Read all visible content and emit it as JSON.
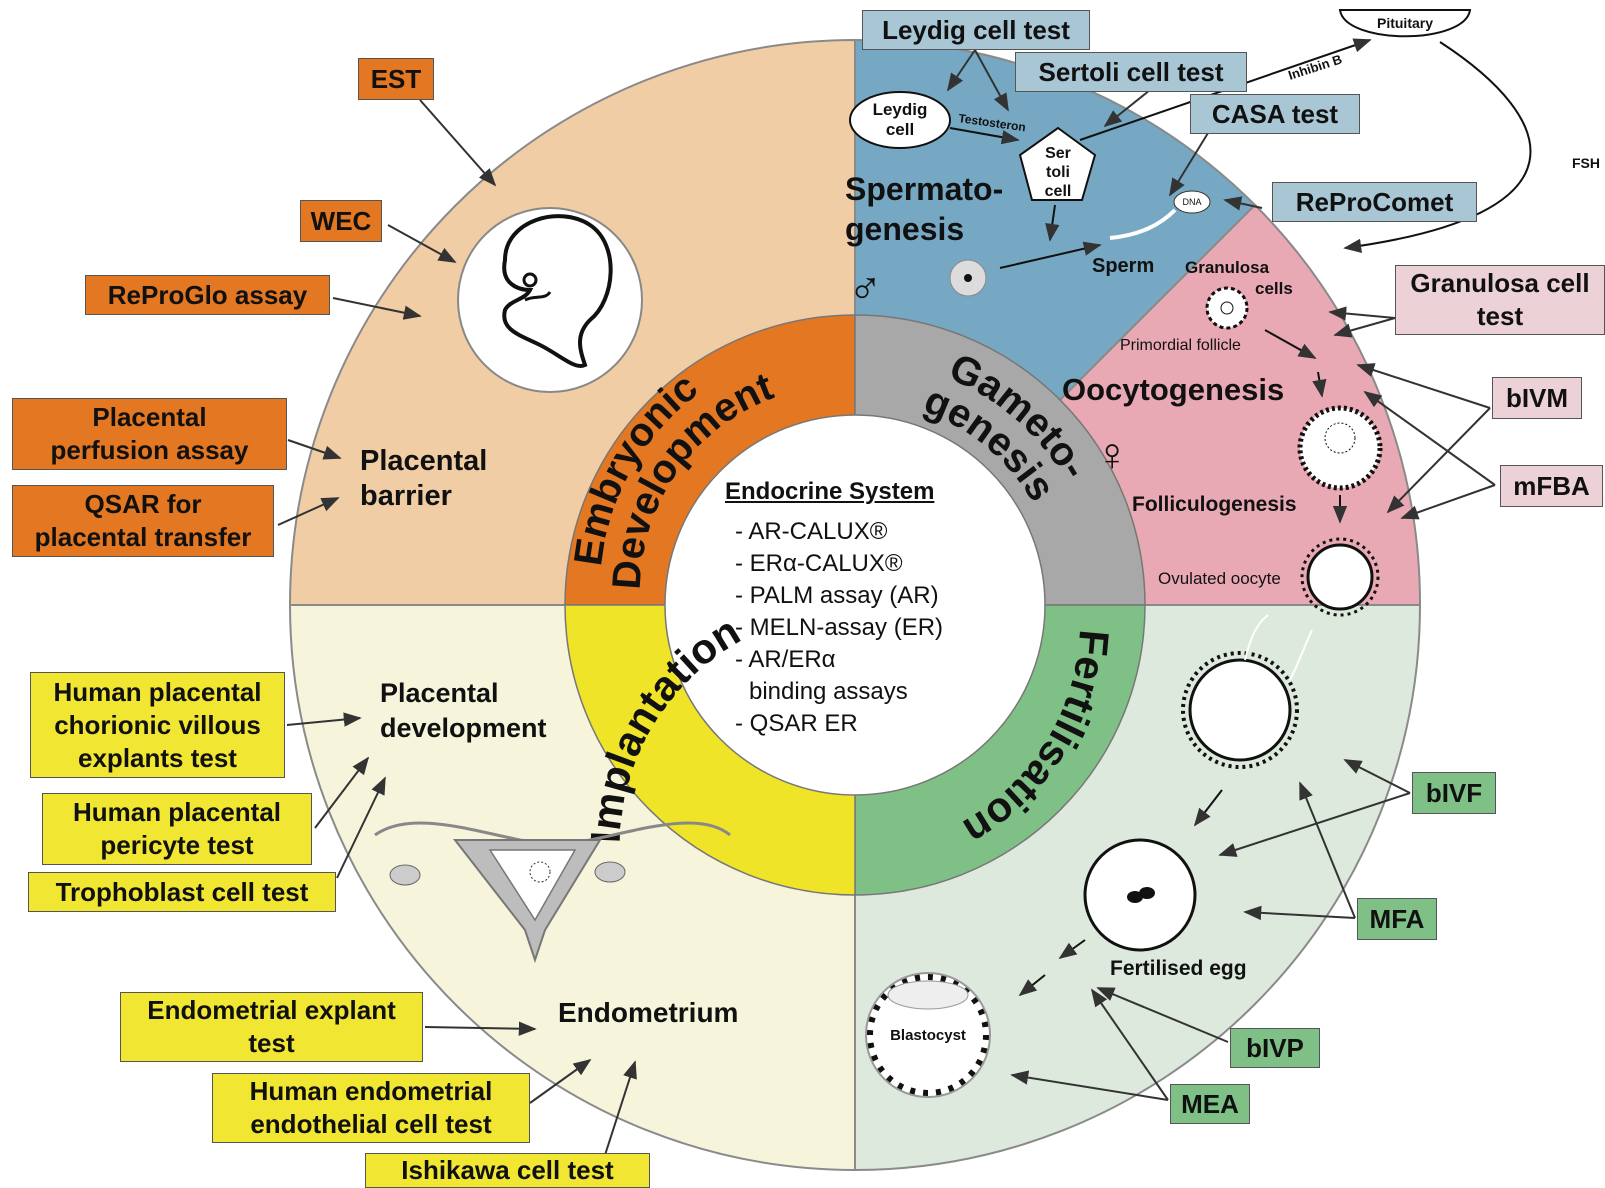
{
  "center": {
    "title": "Endocrine System",
    "items": [
      "- AR-CALUX®",
      "- ERα-CALUX®",
      "- PALM assay (AR)",
      "- MELN-assay (ER)",
      "- AR/ERα",
      "binding assays",
      "- QSAR ER"
    ]
  },
  "ring": {
    "embryonic": "Embryonic Development",
    "embryonic_1": "Embryonic",
    "embryonic_2": "Development",
    "gameto_1": "Gameto-",
    "gameto_2": "genesis",
    "fertilisation": "Fertilisation",
    "implantation": "Implantation"
  },
  "quadrant_labels": {
    "placental_barrier_1": "Placental",
    "placental_barrier_2": "barrier",
    "placental_dev_1": "Placental",
    "placental_dev_2": "development",
    "endometrium": "Endometrium",
    "spermato_1": "Spermato-",
    "spermato_2": "genesis",
    "male_symbol": "♂",
    "female_symbol": "♀",
    "oocytogenesis": "Oocytogenesis",
    "folliculogenesis": "Folliculogenesis",
    "ovulated_oocyte": "Ovulated oocyte",
    "primordial_follicle": "Primordial follicle",
    "granulosa_1": "Granulosa",
    "granulosa_2": "cells",
    "sperm": "Sperm",
    "leydig_1": "Leydig",
    "leydig_2": "cell",
    "sertoli_1": "Ser",
    "sertoli_2": "toli",
    "sertoli_3": "cell",
    "testosterone": "Testosteron",
    "dna": "DNA",
    "pituitary": "Pituitary",
    "inhibin": "Inhibin B",
    "fsh": "FSH",
    "fertilised_egg": "Fertilised egg",
    "blastocyst": "Blastocyst"
  },
  "boxes": {
    "est": "EST",
    "wec": "WEC",
    "reproglo": "ReProGlo assay",
    "placental_perfusion": [
      "Placental",
      "perfusion assay"
    ],
    "qsar_placental": [
      "QSAR for",
      "placental transfer"
    ],
    "human_chorionic": [
      "Human placental",
      "chorionic villous",
      "explants test"
    ],
    "human_pericyte": [
      "Human placental",
      "pericyte test"
    ],
    "trophoblast": "Trophoblast cell test",
    "endometrial_explant": [
      "Endometrial explant",
      "test"
    ],
    "human_endometrial": [
      "Human endometrial",
      "endothelial cell test"
    ],
    "ishikawa": "Ishikawa cell test",
    "leydig_test": "Leydig cell test",
    "sertoli_test": "Sertoli cell test",
    "casa_test": "CASA test",
    "reprocomet": "ReProComet",
    "granulosa_test": [
      "Granulosa cell",
      "test"
    ],
    "bivm": "bIVM",
    "mfba": "mFBA",
    "bivf": "bIVF",
    "mfa": "MFA",
    "bivp": "bIVP",
    "mea": "MEA"
  },
  "colors": {
    "embryonic_quadrant": "#f0cda4",
    "spermato_quadrant": "#76a8c4",
    "oocyto_quadrant": "#e9a9b4",
    "fertilisation_quadrant": "#dde9dd",
    "implantation_quadrant": "#f7f4dc",
    "embryonic_ring": "#e37722",
    "gameto_ring": "#a8a8a8",
    "fertilisation_ring": "#7fc087",
    "implantation_ring": "#f0e428"
  }
}
